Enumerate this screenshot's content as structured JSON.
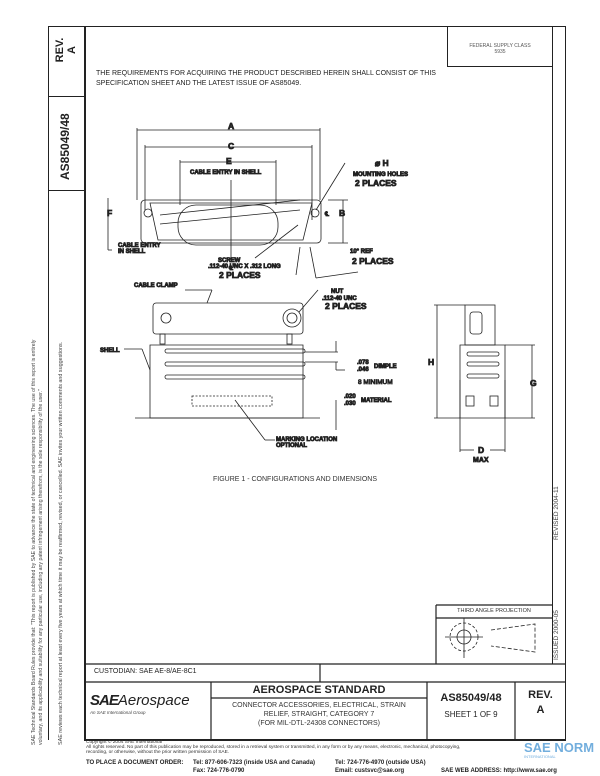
{
  "side_strip": {
    "rev_label": "REV.",
    "rev_value": "A",
    "doc_number": "AS85049/48",
    "legal_text_1": "SAE Technical Standards Board Rules provide that: \"This report is published by SAE to advance the state of technical and engineering sciences. The use of this report is entirely",
    "legal_text_2": "voluntary, and its applicability and suitability for any particular use, including any patent infringement arising therefrom, is the sole responsibility of the user.\"",
    "legal_text_3": "SAE reviews each technical report at least every five years at which time it may be reaffirmed, revised, or cancelled. SAE invites your written comments and suggestions."
  },
  "header": {
    "fsc_label": "FEDERAL SUPPLY CLASS",
    "fsc_value": "5935",
    "requirements_text_line1": "THE REQUIREMENTS FOR ACQUIRING THE PRODUCT DESCRIBED HEREIN SHALL CONSIST OF THIS",
    "requirements_text_line2": "SPECIFICATION SHEET AND THE LATEST ISSUE OF AS85049."
  },
  "drawing": {
    "top_view": {
      "dim_a": "A",
      "dim_c": "C",
      "dim_e": "E",
      "dim_f": "F",
      "dim_b": "B",
      "cable_entry_top": "CABLE ENTRY IN SHELL",
      "mounting_hole_symbol": "⌀ H",
      "mounting_holes": "MOUNTING HOLES",
      "two_places_1": "2 PLACES",
      "cable_entry_left_1": "CABLE ENTRY",
      "cable_entry_left_2": "IN SHELL",
      "screw_1": "SCREW",
      "screw_2": ".112-40 UNC X .312 LONG",
      "two_places_2": "2 PLACES",
      "angle_ref": "10° REF",
      "two_places_3": "2 PLACES",
      "centerline": "℄"
    },
    "side_view": {
      "cable_clamp": "CABLE CLAMP",
      "nut_1": "NUT",
      "nut_2": ".112-40 UNC",
      "two_places": "2 PLACES",
      "shell": "SHELL",
      "dimple_upper": ".078",
      "dimple_lower": ".046",
      "dimple_label": "DIMPLE",
      "dimple_min": "8 MINIMUM",
      "material_upper": ".020",
      "material_lower": ".030",
      "material_label": "MATERIAL",
      "marking_1": "MARKING LOCATION",
      "marking_2": "OPTIONAL"
    },
    "end_view": {
      "dim_h": "H",
      "dim_g": "G",
      "dim_d": "D",
      "max": "MAX"
    },
    "figure_caption": "FIGURE 1 - CONFIGURATIONS AND DIMENSIONS"
  },
  "right_strip": {
    "revised": "REVISED 2004-11",
    "issued": "ISSUED 2000-05"
  },
  "projection": {
    "label": "THIRD ANGLE PROJECTION"
  },
  "title_block": {
    "custodian": "CUSTODIAN: SAE AE-8/AE-8C1",
    "logo_sae": "SAE",
    "logo_aerospace": "Aerospace",
    "logo_sub": "An SAE International Group",
    "standard_title": "AEROSPACE STANDARD",
    "description_line1": "CONNECTOR ACCESSORIES, ELECTRICAL, STRAIN",
    "description_line2": "RELIEF, STRAIGHT, CATEGORY 7",
    "description_line3": "(FOR MIL-DTL-24308 CONNECTORS)",
    "doc_number": "AS85049/48",
    "sheet": "SHEET 1 OF 9",
    "rev_label": "REV.",
    "rev_value": "A"
  },
  "footer": {
    "copyright": "Copyright © 2004 SAE International",
    "rights_line1": "All rights reserved. No part of this publication may be reproduced, stored in a retrieval system or transmitted, in any form or by any means, electronic, mechanical, photocopying,",
    "rights_line2": "recording, or otherwise, without the prior written permission of SAE.",
    "order_label": "TO PLACE A DOCUMENT ORDER:",
    "tel_inside": "Tel: 877-606-7323 (inside USA and Canada)",
    "tel_outside": "Tel: 724-776-4970 (outside USA)",
    "fax": "Fax: 724-776-0790",
    "email": "Email: custsvc@sae.org",
    "web": "SAE WEB ADDRESS: http://www.sae.org",
    "watermark": "SAE NORM",
    "watermark_sub": "INTERNATIONAL"
  }
}
